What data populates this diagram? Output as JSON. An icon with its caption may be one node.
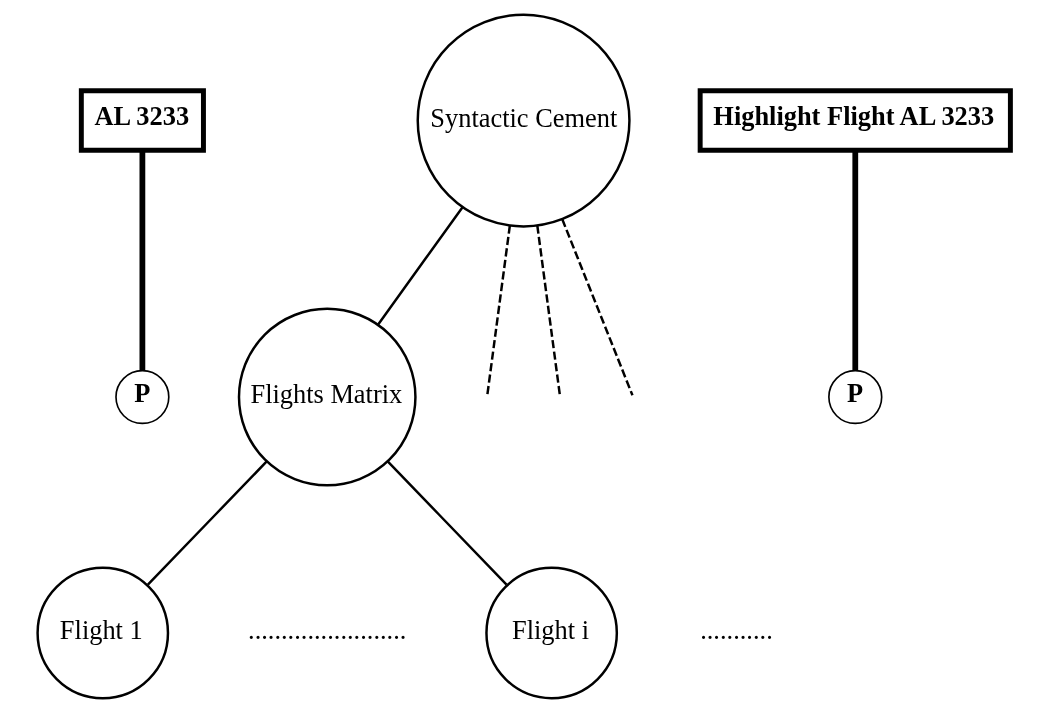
{
  "diagram": {
    "nodes": [
      {
        "text": [
          "AL 3233"
        ]
      },
      {
        "text": [
          "P"
        ]
      },
      {
        "text": [
          "Syntactic Cement"
        ]
      },
      {
        "text": [
          "Flights Matrix"
        ]
      },
      {
        "text": [
          "Highlight Flight AL 3233"
        ]
      },
      {
        "text": [
          "P"
        ]
      },
      {
        "text": [
          "Flight 1"
        ]
      },
      {
        "text": [
          "Flight i"
        ]
      }
    ],
    "edges": [
      {
        "from": 0,
        "to": 1,
        "arrow": "none",
        "style": "thick"
      },
      {
        "from": 2,
        "to": 3,
        "arrow": "none"
      },
      {
        "from": 2,
        "to": null,
        "arrow": "none",
        "style": "dashed"
      },
      {
        "from": 2,
        "to": null,
        "arrow": "none",
        "style": "dashed"
      },
      {
        "from": 2,
        "to": null,
        "arrow": "none",
        "style": "dashed"
      },
      {
        "from": 3,
        "to": 6,
        "arrow": "none"
      },
      {
        "from": 3,
        "to": 7,
        "arrow": "none"
      },
      {
        "from": 4,
        "to": 5,
        "arrow": "none",
        "style": "thick"
      }
    ],
    "labels": [
      "........................",
      "..........."
    ]
  }
}
